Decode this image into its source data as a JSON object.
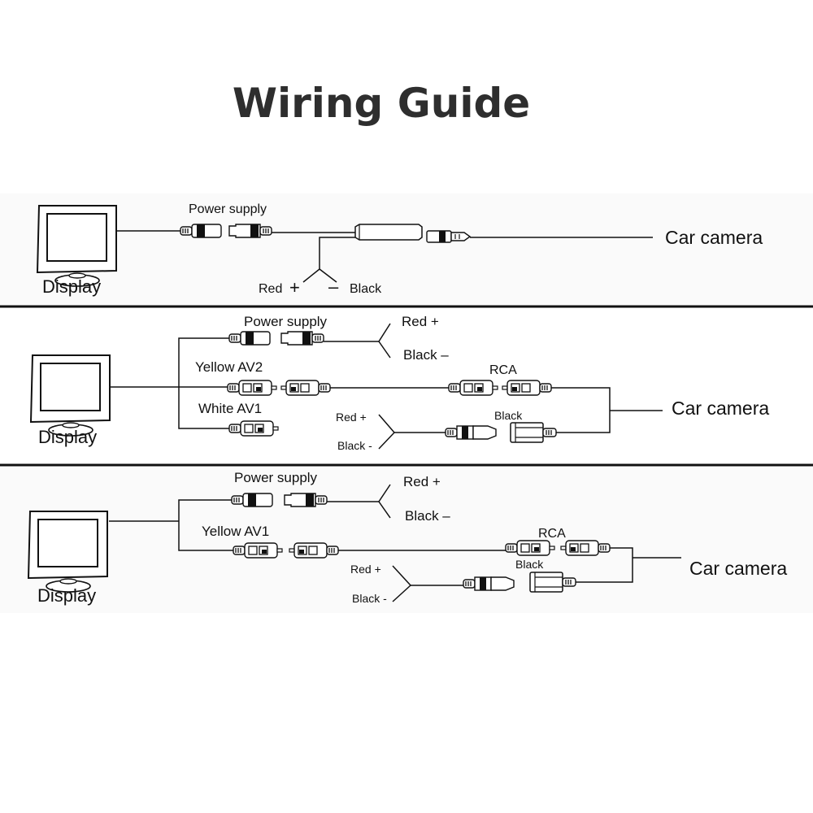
{
  "title": "Wiring Guide",
  "colors": {
    "line": "#111111",
    "title": "#2e2e2e",
    "background": "#ffffff"
  },
  "diagrams": [
    {
      "display_label": "Display",
      "power_label": "Power supply",
      "red_label": "Red",
      "red_sign": "+",
      "black_label": "Black",
      "black_sign": "–",
      "camera_label": "Car camera"
    },
    {
      "display_label": "Display",
      "power_label": "Power supply",
      "power_red": "Red +",
      "power_black": "Black –",
      "yellow_label": "Yellow AV2",
      "white_label": "White AV1",
      "rca_label": "RCA",
      "dc_black_label": "Black",
      "lead_red": "Red +",
      "lead_black": "Black -",
      "camera_label": "Car camera"
    },
    {
      "display_label": "Display",
      "power_label": "Power supply",
      "power_red": "Red +",
      "power_black": "Black –",
      "yellow_label": "Yellow AV1",
      "rca_label": "RCA",
      "dc_black_label": "Black",
      "lead_red": "Red +",
      "lead_black": "Black -",
      "camera_label": "Car camera"
    }
  ]
}
